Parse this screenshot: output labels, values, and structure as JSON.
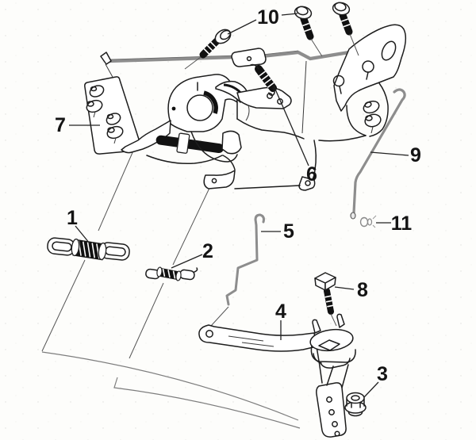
{
  "diagram": {
    "type": "exploded-parts-diagram",
    "description": "Black-and-white exploded parts line drawing with numbered callouts 1-11 and leader lines",
    "colors": {
      "paper": "#fdfdfb",
      "ink": "#1d1d1d",
      "black_fill": "#121212",
      "metal_gray": "#8d8d8d"
    },
    "callouts": [
      {
        "label": "1",
        "part": "long-extension-spring"
      },
      {
        "label": "2",
        "part": "short-extension-spring"
      },
      {
        "label": "3",
        "part": "flanged-nut"
      },
      {
        "label": "4",
        "part": "lever-arm"
      },
      {
        "label": "5",
        "part": "z-bent-link-rod"
      },
      {
        "label": "6",
        "part": "small-coil-spring"
      },
      {
        "label": "7",
        "part": "roller-mounting-plate"
      },
      {
        "label": "8",
        "part": "square-head-adjusting-bolt"
      },
      {
        "label": "9",
        "part": "long-control-rod"
      },
      {
        "label": "10",
        "part": "hex-flange-bolts"
      },
      {
        "label": "11",
        "part": "retainer-clip"
      }
    ]
  }
}
